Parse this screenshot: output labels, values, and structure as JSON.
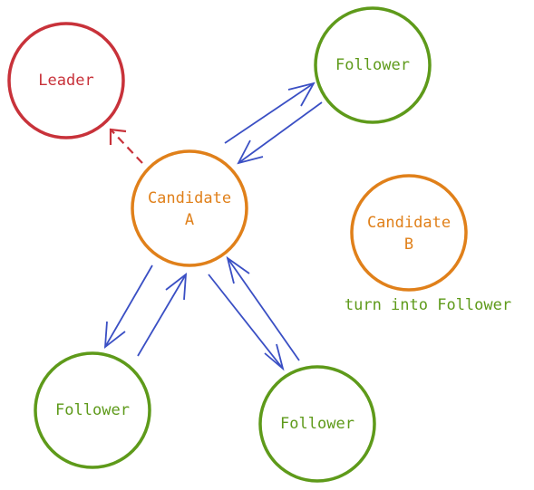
{
  "colors": {
    "leader": "#c8323a",
    "follower": "#5e9a1a",
    "candidate": "#e0801a",
    "arrow": "#3a4fc4"
  },
  "nodes": {
    "leader": {
      "label": "Leader"
    },
    "follower_top_right": {
      "label": "Follower"
    },
    "candidate_a": {
      "line1": "Candidate",
      "line2": "A"
    },
    "candidate_b": {
      "line1": "Candidate",
      "line2": "B"
    },
    "follower_bottom_left": {
      "label": "Follower"
    },
    "follower_bottom_right": {
      "label": "Follower"
    }
  },
  "note": "turn into Follower"
}
